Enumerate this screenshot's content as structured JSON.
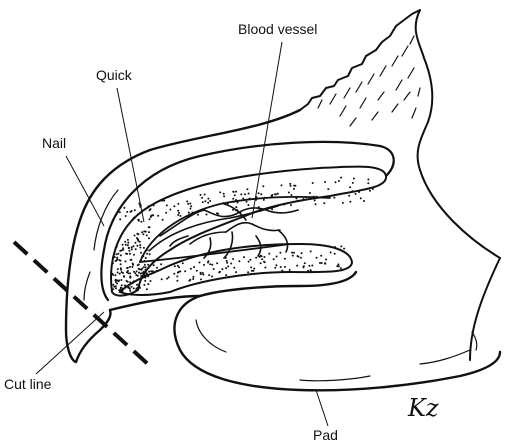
{
  "labels": {
    "blood_vessel": "Blood vessel",
    "quick": "Quick",
    "nail": "Nail",
    "cut_line": "Cut line",
    "pad": "Pad"
  },
  "signature": "Kz",
  "colors": {
    "ink": "#111111",
    "background": "#ffffff"
  }
}
